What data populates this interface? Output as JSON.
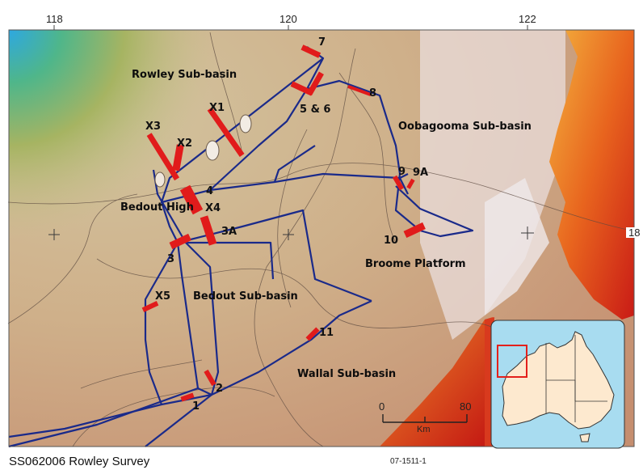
{
  "map": {
    "caption": "SS062006 Rowley Survey",
    "figure_code": "07-1511-1",
    "longitude_labels": [
      "118",
      "120",
      "122"
    ],
    "latitude_label": "18",
    "basins": {
      "rowley": "Rowley Sub-basin",
      "oobagooma": "Oobagooma Sub-basin",
      "bedout_high": "Bedout High",
      "broome": "Broome Platform",
      "bedout_sub": "Bedout Sub-basin",
      "wallal": "Wallal Sub-basin"
    },
    "survey_sites": {
      "s1": "1",
      "s2": "2",
      "s3": "3",
      "s3a": "3A",
      "s4": "4",
      "s56": "5 & 6",
      "s7": "7",
      "s8": "8",
      "s9": "9",
      "s9a": "9A",
      "s10": "10",
      "s11": "11",
      "x1": "X1",
      "x2": "X2",
      "x3": "X3",
      "x4": "X4",
      "x5": "X5"
    },
    "scale_bar": {
      "start": "0",
      "end": "80",
      "unit": "Km"
    },
    "colors": {
      "survey_line": "#1a2a8a",
      "survey_area": "#e11b1b",
      "inset_ocean": "#a8dcf0",
      "inset_land": "#fde9cf",
      "inset_box": "#e3201b"
    }
  }
}
